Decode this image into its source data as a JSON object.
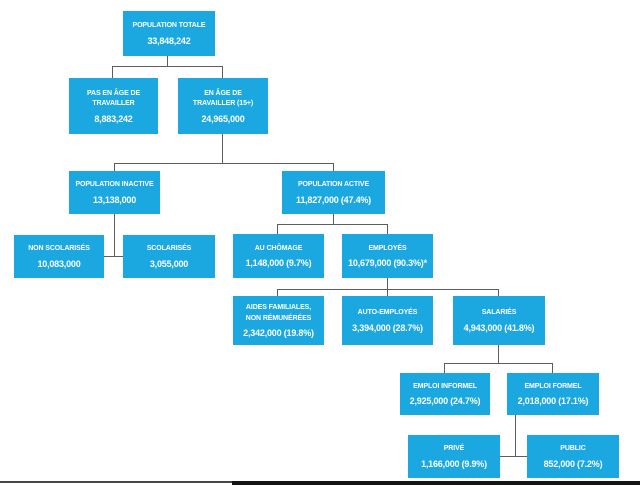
{
  "figure": {
    "type": "tree-diagram",
    "description": "Labour force breakdown flowchart (French)",
    "box_color": "#1BA8E1",
    "text_color": "#FFFFFF",
    "line_color": "#5B5D60",
    "edge_gray": "#43464A",
    "edge_dark": "#141414",
    "nodes": {
      "population_totale": {
        "label": "POPULATION TOTALE",
        "value": "33,848,242"
      },
      "pas_en_age": {
        "label": "PAS EN ÂGE DE\nTRAVAILLER",
        "value": "8,883,242"
      },
      "en_age": {
        "label": "EN ÂGE DE\nTRAVAILLER (15+)",
        "value": "24,965,000"
      },
      "population_inactive": {
        "label": "POPULATION INACTIVE",
        "value": "13,138,000"
      },
      "population_active": {
        "label": "POPULATION ACTIVE",
        "value": "11,827,000 (47.4%)"
      },
      "non_scolarises": {
        "label": "NON SCOLARISÉS",
        "value": "10,083,000"
      },
      "scolarises": {
        "label": "SCOLARISÉS",
        "value": "3,055,000"
      },
      "au_chomage": {
        "label": "AU CHÔMAGE",
        "value": "1,148,000 (9.7%)"
      },
      "employes": {
        "label": "EMPLOYÉS",
        "value": "10,679,000 (90.3%)*"
      },
      "aides_familiales": {
        "label": "AIDES FAMILIALES,\nNON RÉMUNÉRÉES",
        "value": "2,342,000 (19.8%)"
      },
      "auto_employes": {
        "label": "AUTO-EMPLOYÉS",
        "value": "3,394,000 (28.7%)"
      },
      "salaries": {
        "label": "SALARIÉS",
        "value": "4,943,000 (41.8%)"
      },
      "emploi_informel": {
        "label": "EMPLOI INFORMEL",
        "value": "2,925,000 (24.7%)"
      },
      "emploi_formel": {
        "label": "EMPLOI FORMEL",
        "value": "2,018,000 (17.1%)"
      },
      "prive": {
        "label": "PRIVÉ",
        "value": "1,166,000 (9.9%)"
      },
      "public": {
        "label": "PUBLIC",
        "value": "852,000 (7.2%)"
      }
    },
    "hierarchy": [
      {
        "parent": "population_totale",
        "children": [
          "pas_en_age",
          "en_age"
        ]
      },
      {
        "parent": "en_age",
        "children": [
          "population_inactive",
          "population_active"
        ]
      },
      {
        "parent": "population_inactive",
        "children": [
          "non_scolarises",
          "scolarises"
        ]
      },
      {
        "parent": "population_active",
        "children": [
          "au_chomage",
          "employes"
        ]
      },
      {
        "parent": "employes",
        "children": [
          "aides_familiales",
          "auto_employes",
          "salaries"
        ]
      },
      {
        "parent": "salaries",
        "children": [
          "emploi_informel",
          "emploi_formel"
        ]
      },
      {
        "parent": "emploi_formel",
        "children": [
          "prive",
          "public"
        ]
      }
    ]
  }
}
